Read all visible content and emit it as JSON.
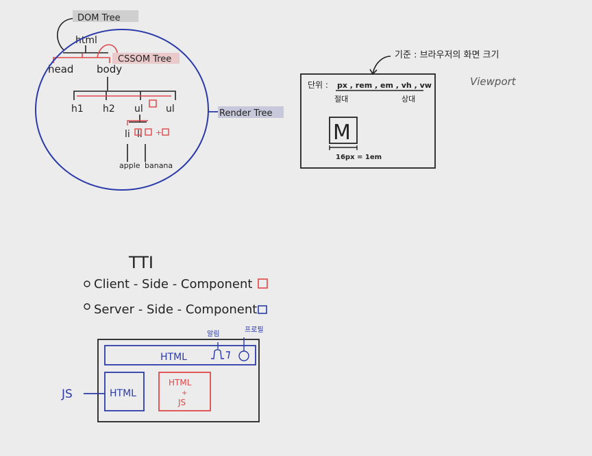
{
  "colors": {
    "ink": "#222222",
    "red": "#e04848",
    "blue": "#2a3aa8",
    "background": "#ececec"
  },
  "dom_tree": {
    "label": "DOM Tree",
    "html": "html",
    "head": "head",
    "body": "body",
    "cssom_label": "CSSOM Tree",
    "children": [
      "h1",
      "h2",
      "ul",
      "ul"
    ],
    "li_a": "li",
    "li_b": "li",
    "plus": "+",
    "leaf_a": "apple",
    "leaf_b": "banana",
    "render_label": "Render Tree"
  },
  "viewport": {
    "criterion_label": "기준 : 브라우저의 화면 크기",
    "viewport_label": "Viewport",
    "units_prefix": "단위 :",
    "units": "px , rem , em , vh , vw",
    "absolute_label": "절대",
    "relative_label": "상대",
    "m_glyph": "M",
    "equation": "16px = 1em"
  },
  "tti": {
    "title": "TTI",
    "client_item": "Client - Side - Component",
    "server_item": "Server - Side - Component",
    "header_html": "HTML",
    "alarm_label": "알림",
    "profile_label": "프로필",
    "left_box": "HTML",
    "right_box_line1": "HTML",
    "right_box_plus": "+",
    "right_box_line2": "JS",
    "js_label": "JS"
  }
}
